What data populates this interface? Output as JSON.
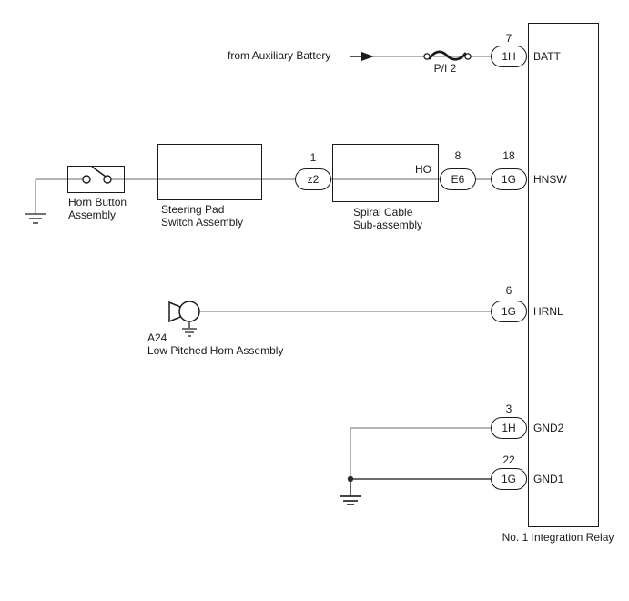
{
  "relay": {
    "label": "No. 1 Integration Relay",
    "terminals": [
      {
        "pin": "7",
        "connector": "1H",
        "name": "BATT"
      },
      {
        "pin": "18",
        "connector": "1G",
        "name": "HNSW"
      },
      {
        "pin": "6",
        "connector": "1G",
        "name": "HRNL"
      },
      {
        "pin": "3",
        "connector": "1H",
        "name": "GND2"
      },
      {
        "pin": "22",
        "connector": "1G",
        "name": "GND1"
      }
    ]
  },
  "power": {
    "source_label": "from Auxiliary Battery",
    "fuse_label": "P/I 2"
  },
  "components": {
    "horn_button": {
      "label_line1": "Horn Button",
      "label_line2": "Assembly"
    },
    "steering_pad": {
      "label_line1": "Steering Pad",
      "label_line2": "Switch Assembly"
    },
    "spiral_cable": {
      "label_line1": "Spiral Cable",
      "label_line2": "Sub-assembly",
      "wire_label": "HO"
    },
    "horn": {
      "code": "A24",
      "label": "Low Pitched Horn Assembly"
    }
  },
  "connectors": [
    {
      "pin": "1",
      "code": "z2"
    },
    {
      "pin": "8",
      "code": "E6"
    }
  ],
  "colors": {
    "wire": "#9b9b9b",
    "wire_dark": "#3a3a3a",
    "line": "#1b1b1b",
    "background": "#ffffff"
  }
}
